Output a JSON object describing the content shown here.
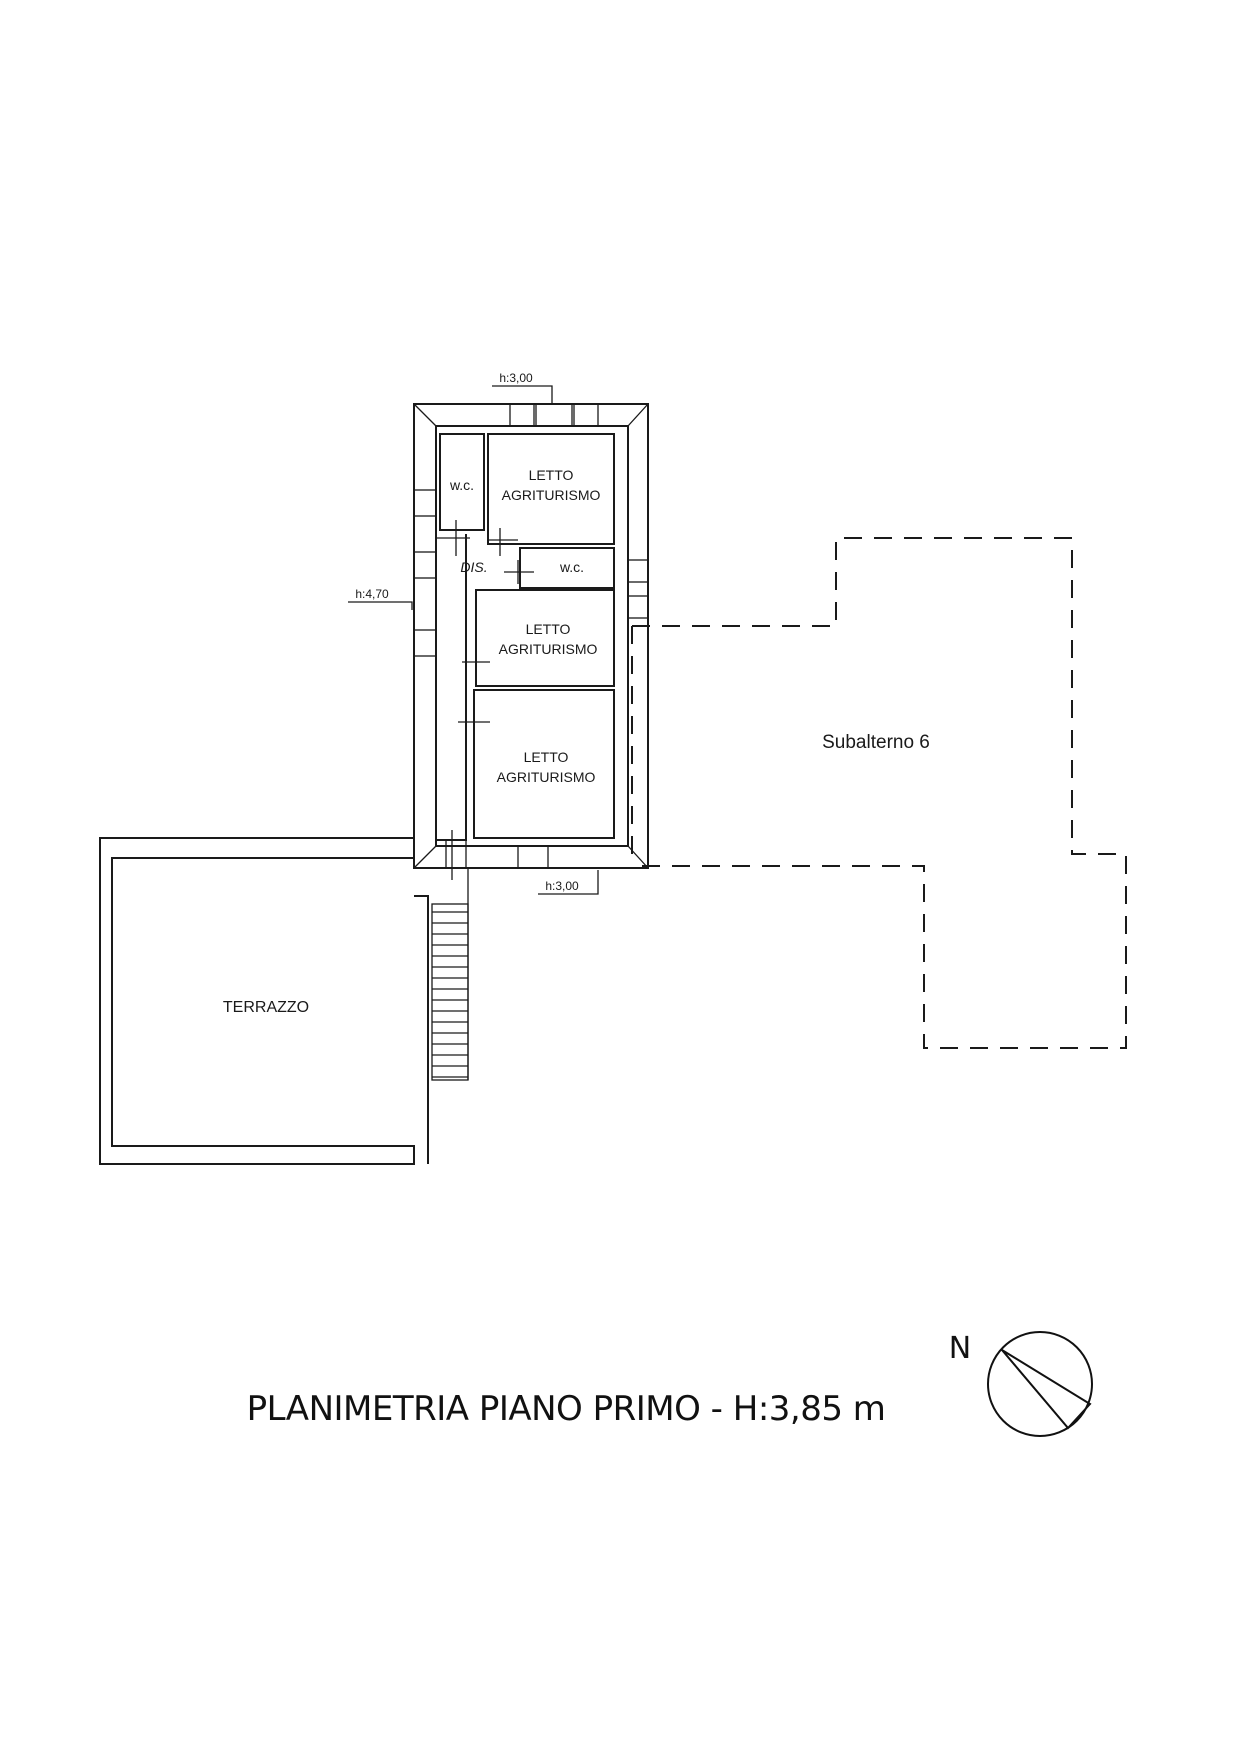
{
  "rooms": {
    "wc_top": "w.c.",
    "letto_top_1": "LETTO",
    "letto_top_2": "AGRITURISMO",
    "dis": "DIS.",
    "wc_mid": "w.c.",
    "letto_mid_1": "LETTO",
    "letto_mid_2": "AGRITURISMO",
    "letto_bot_1": "LETTO",
    "letto_bot_2": "AGRITURISMO",
    "terrazzo": "TERRAZZO",
    "subalterno": "Subalterno 6"
  },
  "heights": {
    "top": "h:3,00",
    "left": "h:4,70",
    "bottom": "h:3,00"
  },
  "title": "PLANIMETRIA PIANO PRIMO - H:3,85 m",
  "north_label": "N"
}
